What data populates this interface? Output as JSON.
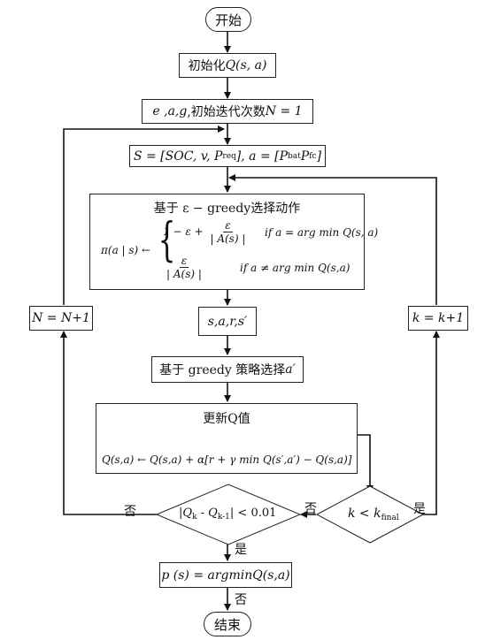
{
  "nodes": {
    "start": "开始",
    "init_q": {
      "text": "初始化",
      "expr": "Q(s, a)"
    },
    "init_params": {
      "vars": "e ,a,g",
      "text": " ,初始迭代次数 ",
      "expr": "N = 1"
    },
    "state_def": "S = [SOC, v, P",
    "state_sub1": "req",
    "state_mid": "], a = [P",
    "state_sub2": "bat",
    "state_mid2": "P",
    "state_sub3": "fc",
    "state_end": "]",
    "egreedy_title": "基于 ε − greedy选择动作",
    "policy_lhs": "π(a | s) ←",
    "policy_row1_pre": "1 − ε +",
    "policy_row1_num": "ε",
    "policy_row1_den": "| A(s) |",
    "policy_row1_cond": "if     a = arg min Q(s, a)",
    "policy_row2_num": "ε",
    "policy_row2_den": "| A(s) |",
    "policy_row2_cond": "if     a ≠ arg min Q(s,a)",
    "transition": "s,a,r,s′",
    "greedy": {
      "text": "基于 greedy 策略选择",
      "expr": "a′"
    },
    "update_title": "更新Q值",
    "update_formula": "Q(s,a) ← Q(s,a) + α[r + γ min Q(s′,a′) − Q(s,a)]",
    "cond_k": "k < k",
    "cond_k_sub": "final",
    "cond_q": "|Q",
    "cond_q_sub1": "k",
    "cond_q_mid": " - Q",
    "cond_q_sub2": "k-1",
    "cond_q_end": "| < 0.01",
    "result": {
      "pre": "p (s) = argmin",
      "expr": "Q(s,a)"
    },
    "end": "结束",
    "n_inc": "N = N+1",
    "k_inc": "k = k+1"
  },
  "edge_labels": {
    "q_no": "否",
    "k_no": "否",
    "k_yes": "是",
    "q_yes": "是",
    "result_no": "否"
  }
}
